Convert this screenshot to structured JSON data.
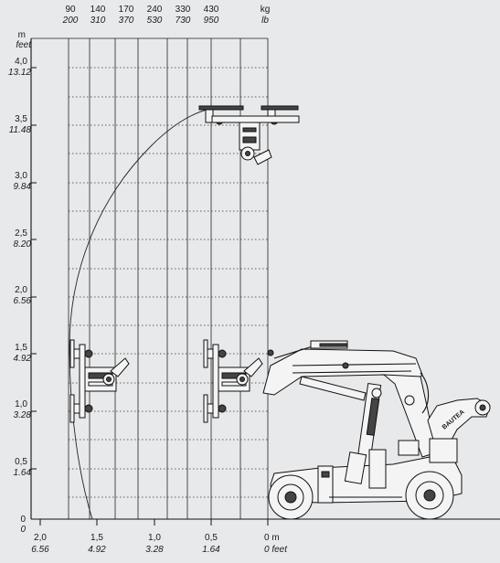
{
  "top_labels": {
    "capacities": [
      {
        "kg": "90",
        "lb": "200"
      },
      {
        "kg": "140",
        "lb": "310"
      },
      {
        "kg": "170",
        "lb": "370"
      },
      {
        "kg": "240",
        "lb": "530"
      },
      {
        "kg": "330",
        "lb": "730"
      },
      {
        "kg": "430",
        "lb": "950"
      }
    ],
    "unit_kg": "kg",
    "unit_lb": "lb"
  },
  "y_axis": {
    "unit_m": "m",
    "unit_ft": "feet",
    "ticks": [
      {
        "m": "4,0",
        "ft": "13.12"
      },
      {
        "m": "3,5",
        "ft": "11.48"
      },
      {
        "m": "3,0",
        "ft": "9.84"
      },
      {
        "m": "2,5",
        "ft": "8.20"
      },
      {
        "m": "2,0",
        "ft": "6.56"
      },
      {
        "m": "1,5",
        "ft": "4.92"
      },
      {
        "m": "1,0",
        "ft": "3.28"
      },
      {
        "m": "0,5",
        "ft": "1.64"
      },
      {
        "m": "0",
        "ft": "0"
      }
    ]
  },
  "x_axis": {
    "ticks": [
      {
        "m": "2,0",
        "ft": "6.56"
      },
      {
        "m": "1,5",
        "ft": "4.92"
      },
      {
        "m": "1,0",
        "ft": "3.28"
      },
      {
        "m": "0,5",
        "ft": "1.64"
      },
      {
        "m": "0 m",
        "ft": "0 feet"
      }
    ]
  },
  "machine_label": "BAUTEA",
  "colors": {
    "background": "#e8e9eb",
    "lines": "#111111",
    "machine_fill": "#f4f4f4"
  }
}
